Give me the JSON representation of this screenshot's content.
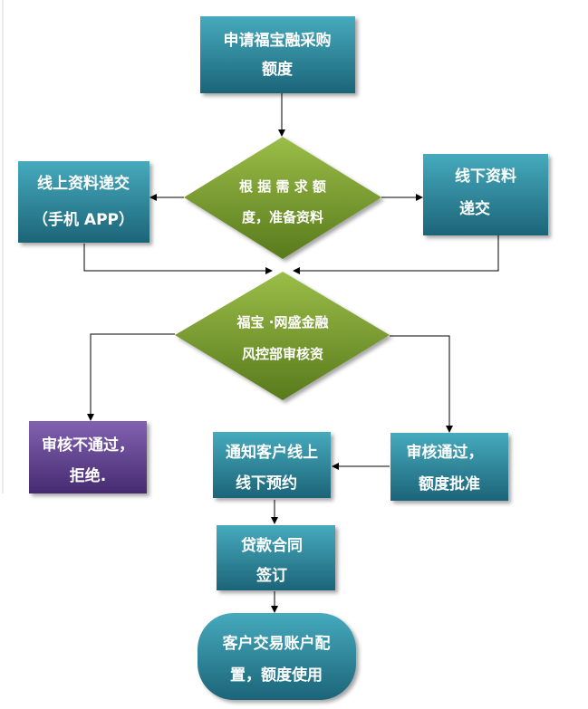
{
  "nodes": {
    "apply": {
      "lines": [
        "申请福宝融采购",
        "额度"
      ]
    },
    "prepare": {
      "lines": [
        "根 据 需 求 额",
        "度，准备资料"
      ]
    },
    "online": {
      "lines": [
        "线上资料递交",
        "（手机 APP）"
      ]
    },
    "offline": {
      "lines": [
        "线下资料",
        "递交"
      ]
    },
    "review": {
      "lines": [
        "福宝 ·网盛金融",
        "风控部审核资"
      ]
    },
    "reject": {
      "lines": [
        "审核不通过，",
        "拒绝."
      ]
    },
    "notify": {
      "lines": [
        "通知客户线上",
        "线下预约"
      ]
    },
    "approve": {
      "lines": [
        "审核通过，",
        "额度批准"
      ]
    },
    "contract": {
      "lines": [
        "贷款合同",
        "签订"
      ]
    },
    "account": {
      "lines": [
        "客户交易账户配",
        "置，额度使用"
      ]
    }
  },
  "colors": {
    "teal_top": "#3fa3b6",
    "teal_bottom": "#1f6c80",
    "green_top": "#8fb33f",
    "green_bottom": "#5a7a1e",
    "purple_top": "#7a5aa8",
    "purple_bottom": "#4a2f75"
  }
}
